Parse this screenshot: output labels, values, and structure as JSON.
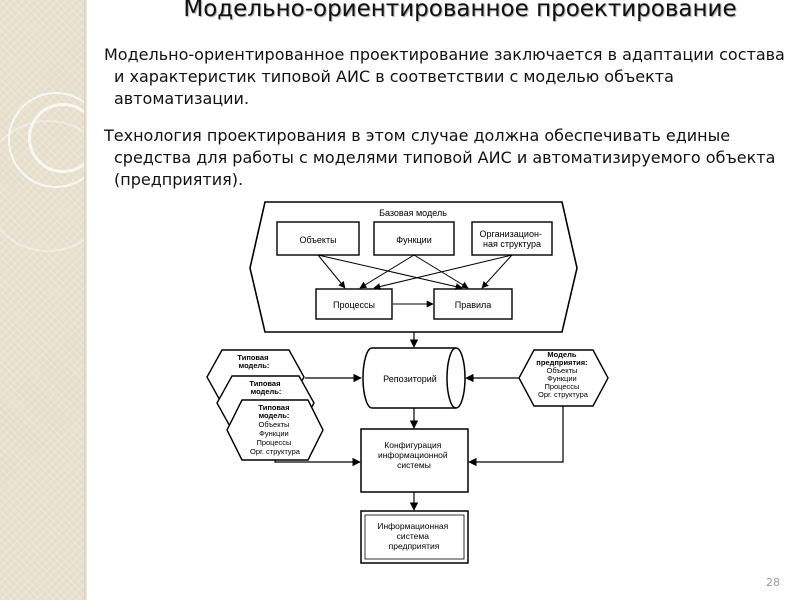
{
  "slide": {
    "title": "Модельно-ориентированное проектирование",
    "paragraphs": [
      "Модельно-ориентированное проектирование заключается в адаптации состава и характеристик типовой АИС в соответствии с моделью объекта автоматизации.",
      "Технология проектирования в этом случае должна обеспечивать единые средства для работы с моделями типовой АИС и автоматизируемого объекта (предприятия)."
    ],
    "page_number": "28"
  },
  "diagram": {
    "base_model": {
      "label": "Базовая модель",
      "objects": "Объекты",
      "functions": "Функции",
      "org_structure": [
        "Организацион-",
        "ная структура"
      ],
      "processes": "Процессы",
      "rules": "Правила"
    },
    "repository": "Репозиторий",
    "typical_model_back": [
      "Типовая",
      "модель:"
    ],
    "typical_model_middle": [
      "Типовая",
      "модель:"
    ],
    "typical_model_front": [
      "Типовая",
      "модель:",
      "Объекты",
      "Функции",
      "Процессы",
      "Орг. структура"
    ],
    "enterprise_model": [
      "Модель",
      "предприятия:",
      "Объекты",
      "Функции",
      "Процессы",
      "Орг. структура"
    ],
    "configuration": [
      "Конфигурация",
      "информационной",
      "системы"
    ],
    "enterprise_system": [
      "Информационная",
      "система",
      "предприятия"
    ]
  }
}
